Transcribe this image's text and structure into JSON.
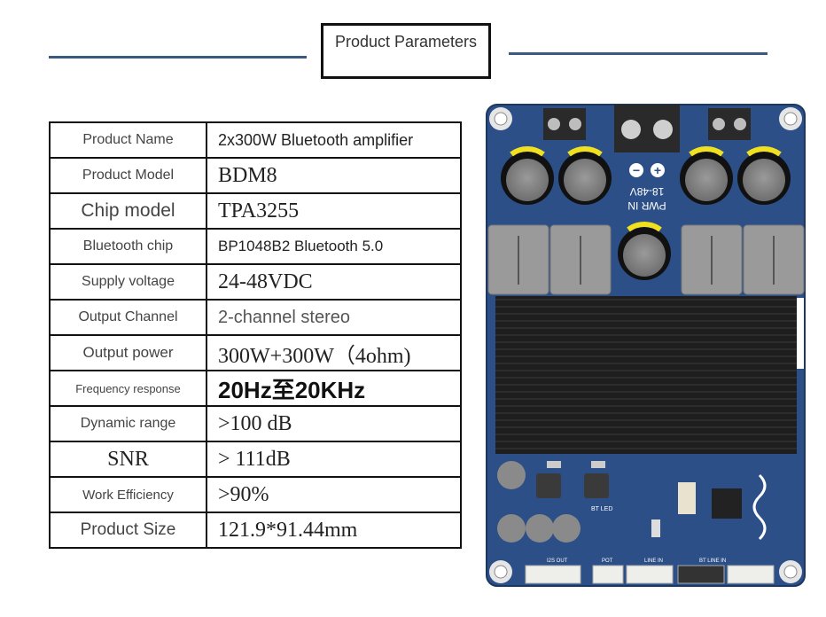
{
  "header": {
    "title": "Product Parameters"
  },
  "specs": [
    {
      "label": "Product Name",
      "value": "2x300W Bluetooth amplifier"
    },
    {
      "label": "Product Model",
      "value": "BDM8"
    },
    {
      "label": "Chip model",
      "value": "TPA3255"
    },
    {
      "label": "Bluetooth chip",
      "value": "BP1048B2 Bluetooth 5.0"
    },
    {
      "label": "Supply voltage",
      "value": "24-48VDC"
    },
    {
      "label": "Output Channel",
      "value": "2-channel stereo"
    },
    {
      "label": "Output power",
      "value": "300W+300W（4ohm)"
    },
    {
      "label": "Frequency response",
      "value": "20Hz至20KHz"
    },
    {
      "label": "Dynamic range",
      "value": ">100 dB"
    },
    {
      "label": "SNR",
      "value": "> 111dB"
    },
    {
      "label": "Work Efficiency",
      "value": ">90%"
    },
    {
      "label": "Product Size",
      "value": "121.9*91.44mm"
    }
  ],
  "board": {
    "pwr_label": "PWR IN",
    "voltage_label": "18-48V",
    "minus_sign": "−",
    "plus_sign": "+",
    "bt_led_label": "BT LED",
    "i2s_out_label": "I2S OUT",
    "pot_label": "POT",
    "line_in_label": "LINE IN",
    "bt_line_in_label": "BT LINE IN",
    "pcb_color": "#2b4f86",
    "heatsink_color": "#1c1c1c"
  }
}
